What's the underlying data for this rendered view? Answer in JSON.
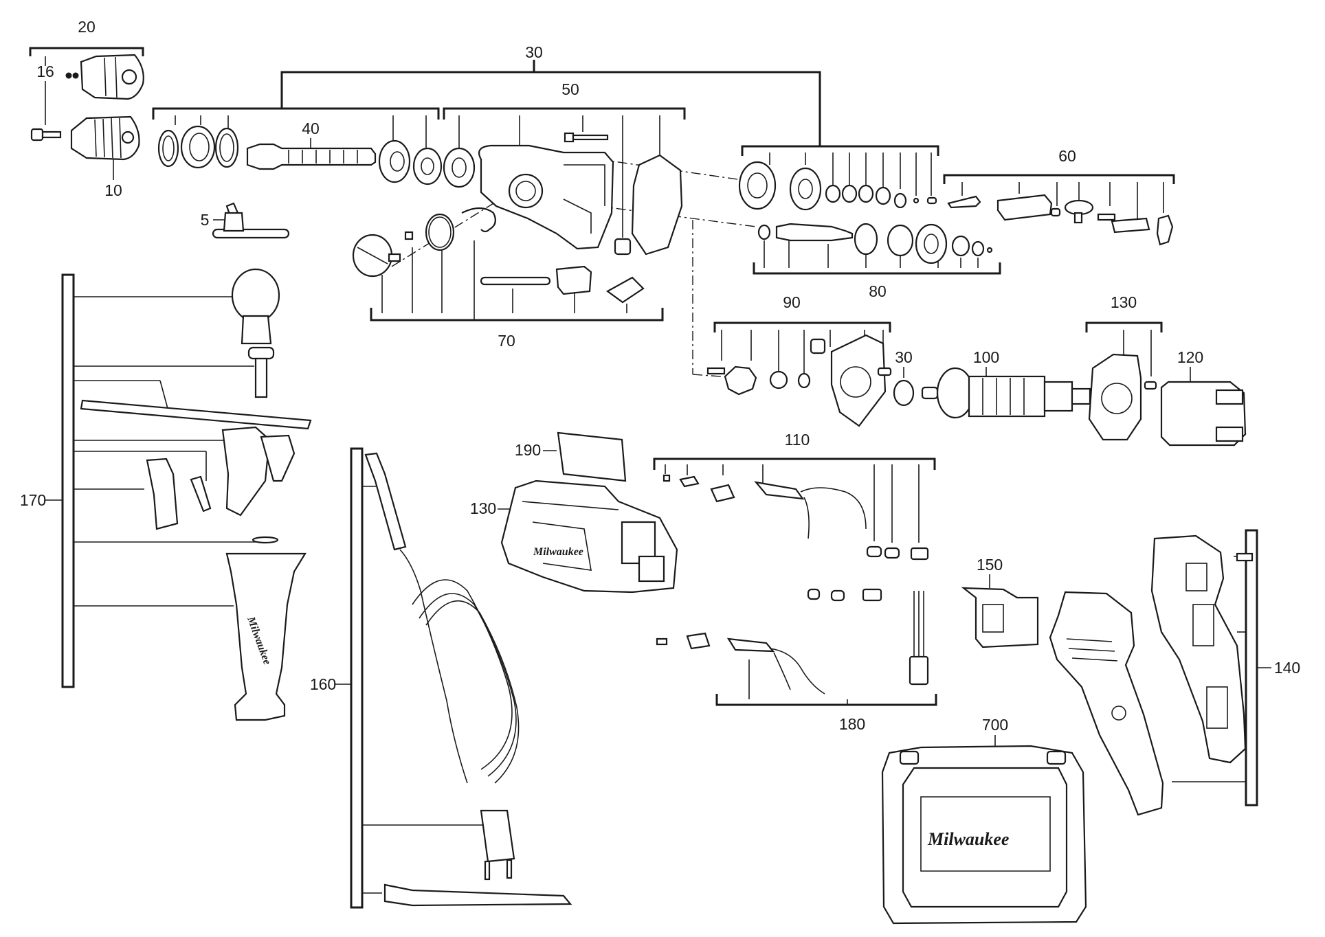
{
  "labels": {
    "n20": "20",
    "n16": "16",
    "n10": "10",
    "n5": "5",
    "n40": "40",
    "n30_top": "30",
    "n50": "50",
    "n60": "60",
    "n70": "70",
    "n80": "80",
    "n90": "90",
    "n30_mid": "30",
    "n100": "100",
    "n130_top": "130",
    "n120": "120",
    "n190": "190",
    "n130_left": "130",
    "n110": "110",
    "n150": "150",
    "n170": "170",
    "n160": "160",
    "n180": "180",
    "n140": "140",
    "n700": "700"
  },
  "brand": {
    "handle": "Milwaukee",
    "housing": "Milwaukee",
    "case": "Milwaukee"
  }
}
